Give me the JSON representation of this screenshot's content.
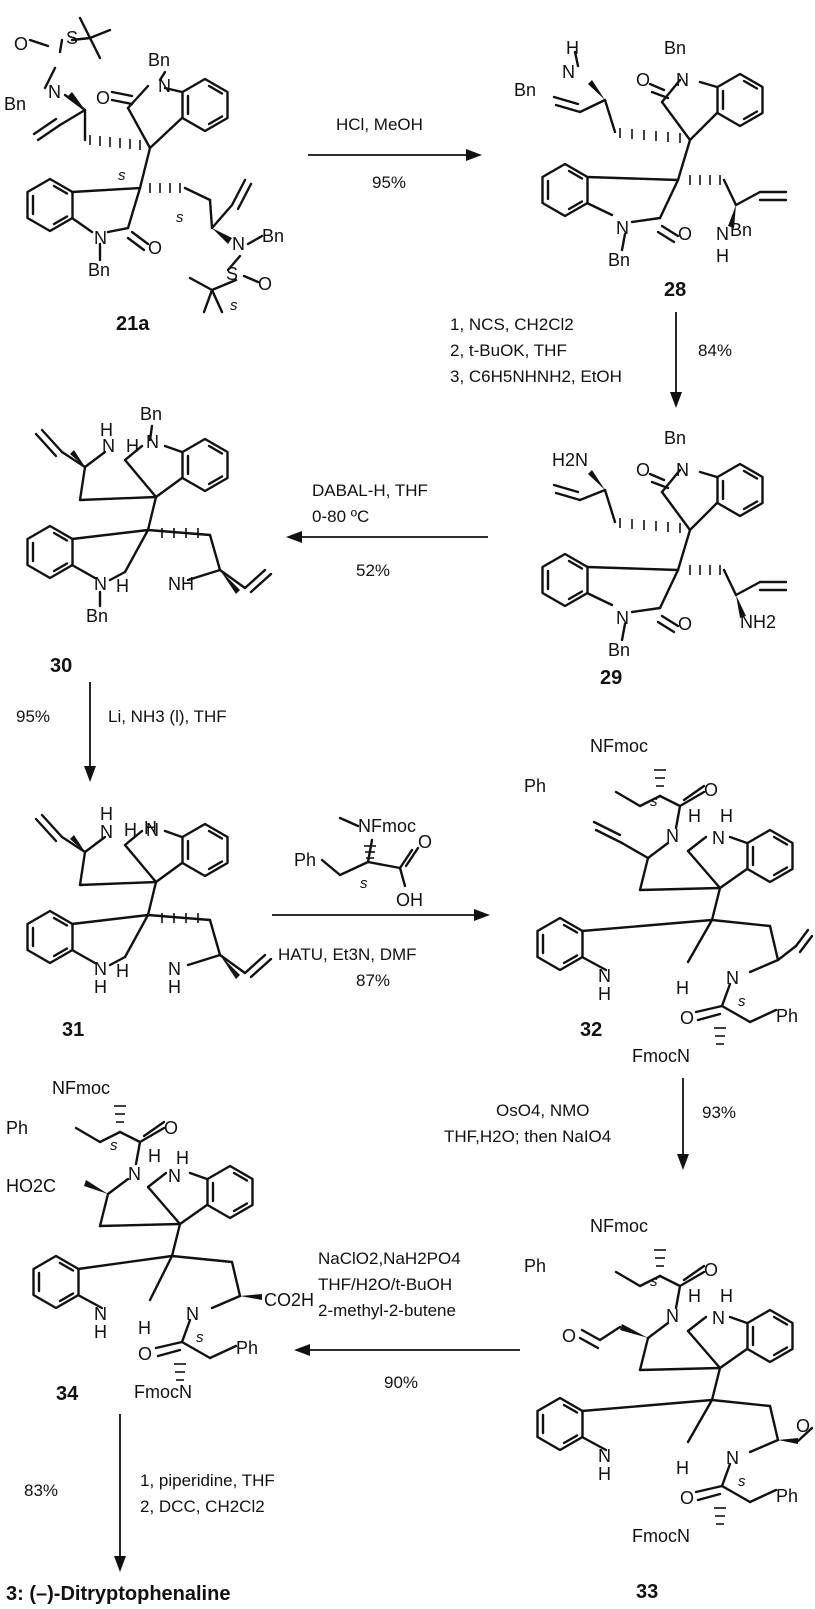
{
  "steps": [
    {
      "from": "21a",
      "to": "28",
      "above": [
        "HCl, MeOH"
      ],
      "below": [
        "95%"
      ]
    },
    {
      "from": "28",
      "to": "29",
      "side": [
        "1, NCS, CH2Cl2",
        "2, t-BuOK, THF",
        "3, C6H5NHNH2, EtOH"
      ],
      "yield": "84%"
    },
    {
      "from": "29",
      "to": "30",
      "above": [
        "DABAL-H, THF",
        "0-80 ºC"
      ],
      "below": [
        "52%"
      ]
    },
    {
      "from": "30",
      "to": "31",
      "side": [
        "Li, NH3 (l), THF"
      ],
      "yield": "95%"
    },
    {
      "from": "31",
      "to": "32",
      "reagent": "N-Me-N-Fmoc-Phe-OH",
      "below": [
        "HATU, Et3N, DMF",
        "87%"
      ]
    },
    {
      "from": "32",
      "to": "33",
      "side": [
        "OsO4, NMO",
        "THF,H2O; then NaIO4"
      ],
      "yield": "93%"
    },
    {
      "from": "33",
      "to": "34",
      "above": [
        "NaClO2,NaH2PO4",
        "THF/H2O/t-BuOH",
        "2-methyl-2-butene"
      ],
      "below": [
        "90%"
      ]
    },
    {
      "from": "34",
      "to": "3",
      "side": [
        "1, piperidine, THF",
        "2, DCC, CH2Cl2"
      ],
      "yield": "83%"
    }
  ],
  "compounds": {
    "c21a": "21a",
    "c28": "28",
    "c29": "29",
    "c30": "30",
    "c31": "31",
    "c32": "32",
    "c33": "33",
    "c34": "34",
    "c3": "3: (–)-Ditryptophenaline"
  },
  "atoms": {
    "Bn": "Bn",
    "N": "N",
    "O": "O",
    "H": "H",
    "S": "S",
    "s": "s",
    "NH": "NH",
    "HN": "HN",
    "H2N": "H2N",
    "NH2": "NH2",
    "Ph": "Ph",
    "NFmoc": "NFmoc",
    "FmocN": "FmocN",
    "HO2C": "HO2C",
    "CO2H": "CO2H",
    "OH": "OH"
  }
}
